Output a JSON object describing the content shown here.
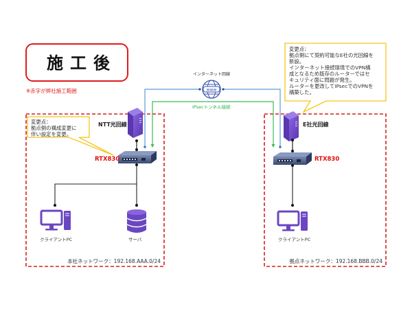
{
  "title": "施工後",
  "scope_note": "※赤字が弊社施工範囲",
  "internet": {
    "label": "インターネット回線",
    "globe_text": "www"
  },
  "tunnel": {
    "label": "IPsecトンネル接続"
  },
  "hq": {
    "line_label": "NTT光回線",
    "router_label": "RTX830",
    "client_label": "クライアントPC",
    "server_label": "サーバ",
    "network_label": "本社ネットワーク：192.168.AAA.0/24",
    "callout": [
      "変更点：",
      "拠点側の構成変更に",
      "伴い設定を変更。"
    ]
  },
  "branch": {
    "line_label": "E社光回線",
    "router_label": "RTX830",
    "client_label": "クライアントPC",
    "network_label": "拠点ネットワーク：192.168.BBB.0/24",
    "callout": [
      "変更点：",
      "拠点側にて契約可能なE社の光回線を",
      "新設。",
      "インターネット接続環境でのVPN構",
      "成となるため既存のルーターではセ",
      "キュリティ面に問題が発生。",
      "ルーターを更改してIPsecでのVPNを",
      "構築した。"
    ]
  },
  "colors": {
    "red_boundary": "#d42020",
    "title_border": "#e01a1a",
    "internet_line": "#5b9bd5",
    "tunnel_line": "#3cba54",
    "callout_border": "#f5c518",
    "device_purple": "#6b46c1",
    "router_label": "#e01010"
  }
}
